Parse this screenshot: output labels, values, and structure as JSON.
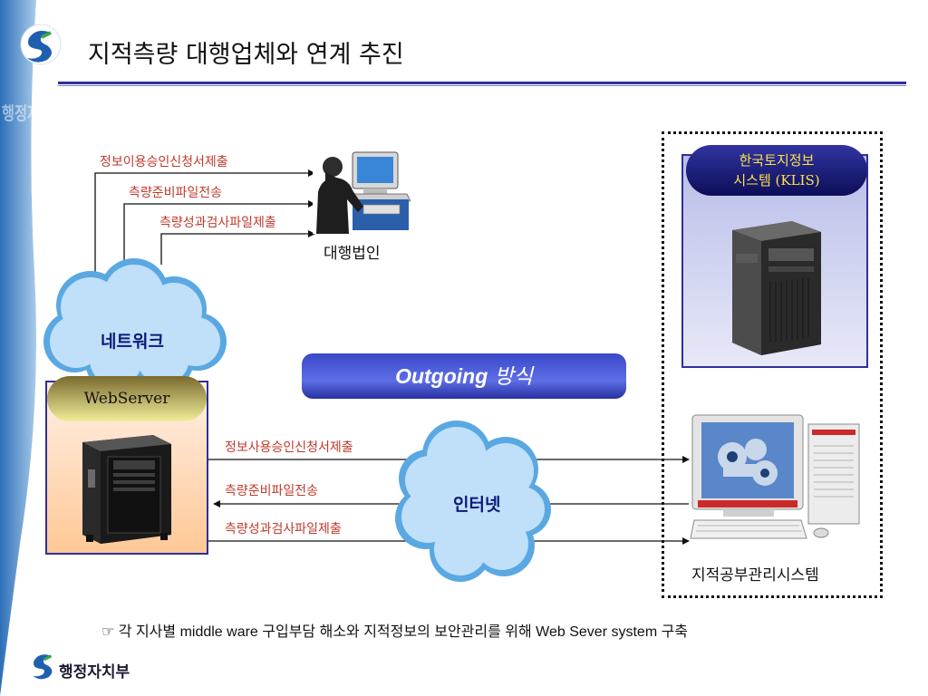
{
  "title": "지적측량 대행업체와 연계 추진",
  "network_cloud": {
    "label": "네트워크"
  },
  "internet_cloud": {
    "label": "인터넷"
  },
  "agency": {
    "label": "대행법인",
    "links": [
      "정보이용승인신청서제출",
      "측량준비파일전송",
      "측량성과검사파일제출"
    ]
  },
  "webserver": {
    "label": "WebServer"
  },
  "klis": {
    "line1": "한국토지정보",
    "line2": "시스템 (KLIS)"
  },
  "outgoing": {
    "bold": "Outgoing",
    "rest": "방식"
  },
  "internet_links": [
    "정보사용승인신청서제출",
    "측량준비파일전송",
    "측량성과검사파일제출"
  ],
  "cadastral": {
    "label": "지적공부관리시스템"
  },
  "footnote": {
    "prefix": "☞",
    "text": "각 지사별 middle ware 구입부담 해소와 지적정보의 보안관리를 위해 Web Sever system 구축"
  },
  "logo": {
    "text": "행정자치부"
  },
  "side_band": {
    "text": "행정자치"
  },
  "colors": {
    "accent": "#2f2f9a",
    "link_text": "#c0392b",
    "cloud": "#a9d3f2",
    "klis_banner_text": "#ffe34a"
  }
}
